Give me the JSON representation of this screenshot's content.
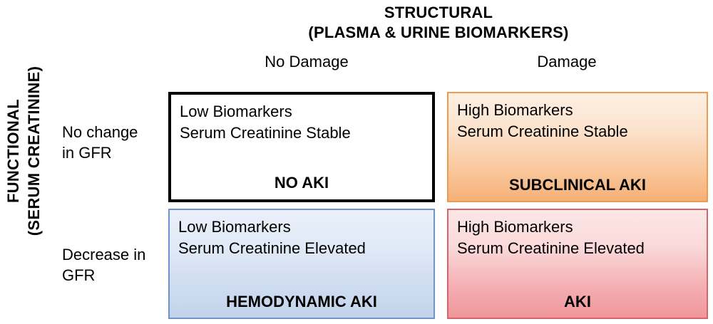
{
  "axes": {
    "column_axis": {
      "title_line1": "STRUCTURAL",
      "title_line2": "(PLASMA & URINE BIOMARKERS)",
      "categories": [
        "No Damage",
        "Damage"
      ]
    },
    "row_axis": {
      "title_line1": "FUNCTIONAL",
      "title_line2": "(SERUM CREATININE)",
      "categories": [
        {
          "line1": "No change",
          "line2": "in GFR"
        },
        {
          "line1": "Decrease in",
          "line2": "GFR"
        }
      ]
    }
  },
  "quadrants": [
    {
      "id": "no-aki",
      "row": "No change in GFR",
      "column": "No Damage",
      "biomarker_line": "Low Biomarkers",
      "creatinine_line": "Serum Creatinine Stable",
      "verdict": "NO AKI",
      "fill_top": "#FFFFFF",
      "fill_bottom": "#FFFFFF",
      "border_color": "#000000"
    },
    {
      "id": "subclinical-aki",
      "row": "No change in GFR",
      "column": "Damage",
      "biomarker_line": "High Biomarkers",
      "creatinine_line": "Serum Creatinine Stable",
      "verdict": "SUBCLINICAL AKI",
      "fill_top": "#FDF0E4",
      "fill_bottom": "#F6B077",
      "border_color": "#ED9B4E"
    },
    {
      "id": "hemodynamic-aki",
      "row": "Decrease in GFR",
      "column": "No Damage",
      "biomarker_line": "Low Biomarkers",
      "creatinine_line": "Serum Creatinine Elevated",
      "verdict": "HEMODYNAMIC AKI",
      "fill_top": "#EAF0FA",
      "fill_bottom": "#C2D3EA",
      "border_color": "#6E93C8"
    },
    {
      "id": "aki",
      "row": "Decrease in GFR",
      "column": "Damage",
      "biomarker_line": "High Biomarkers",
      "creatinine_line": "Serum Creatinine Elevated",
      "verdict": "AKI",
      "fill_top": "#FCE7E7",
      "fill_bottom": "#EF969B",
      "border_color": "#D9636A"
    }
  ]
}
